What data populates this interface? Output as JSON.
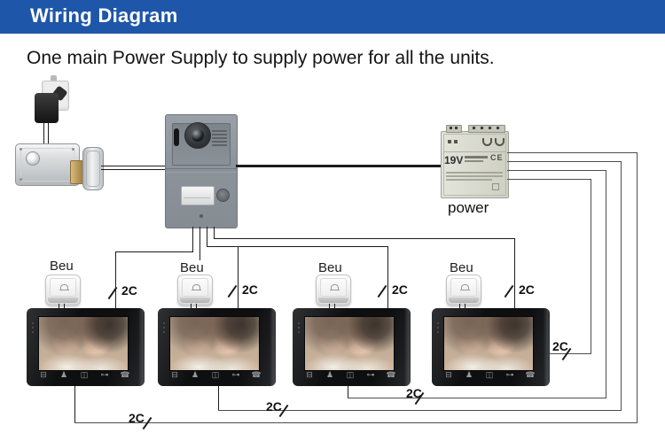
{
  "header": {
    "title": "Wiring Diagram"
  },
  "subtitle": "One main Power Supply to supply power for all the units.",
  "power": {
    "voltage_label": "19V",
    "ce_mark": "CE",
    "caption": "power"
  },
  "units": [
    {
      "bell_label": "Beu",
      "top_cable_label": "2C",
      "bottom_cable_label": "2C"
    },
    {
      "bell_label": "Beu",
      "top_cable_label": "2C",
      "bottom_cable_label": "2C"
    },
    {
      "bell_label": "Beu",
      "top_cable_label": "2C",
      "bottom_cable_label": "2C"
    },
    {
      "bell_label": "Beu",
      "top_cable_label": "2C",
      "bottom_cable_label": "2C"
    }
  ],
  "monitor_icons": [
    {
      "name": "display-icon",
      "glyph": "⊟"
    },
    {
      "name": "person-icon",
      "glyph": "♟"
    },
    {
      "name": "photo-icon",
      "glyph": "◫"
    },
    {
      "name": "key-icon",
      "glyph": "⊶"
    },
    {
      "name": "phone-icon",
      "glyph": "☎"
    }
  ],
  "colors": {
    "header_bg": "#1E56A9",
    "wire_black": "#1c1c1c",
    "wire_gray": "#4d4d4d",
    "psu_body": "#dadbcf",
    "monitor_body": "#101113"
  }
}
